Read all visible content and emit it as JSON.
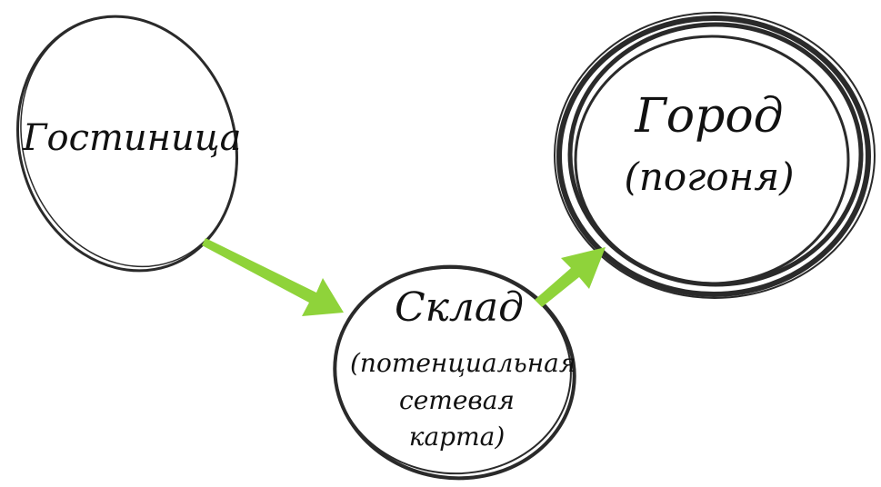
{
  "nodes": [
    {
      "id": "hotel",
      "label": "Гостиница"
    },
    {
      "id": "warehouse",
      "label": "Склад",
      "sublabel": "(потенциальная сетевая карта)"
    },
    {
      "id": "city",
      "label": "Город",
      "sublabel": "(погоня)"
    }
  ],
  "edges": [
    {
      "from": "hotel",
      "to": "warehouse"
    },
    {
      "from": "warehouse",
      "to": "city"
    }
  ],
  "colors": {
    "stroke": "#2a2a2a",
    "arrow": "#8fd33a"
  }
}
